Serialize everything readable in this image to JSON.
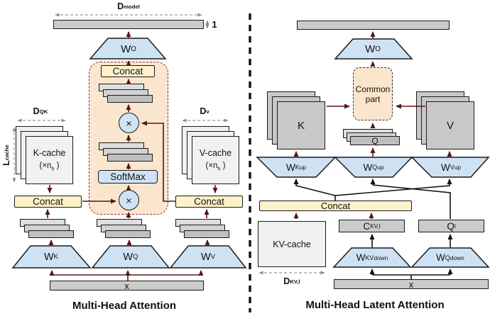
{
  "colors": {
    "accent_blue": "#cfe3f5",
    "accent_yellow": "#fdf2c9",
    "accent_orange": "#fae6cf",
    "arrow_maroon": "#5a1616",
    "line_black": "#1a1a1a",
    "bar_gray": "#cbcbcb",
    "cache_light": "#f1f1f1"
  },
  "left": {
    "caption": "Multi-Head Attention",
    "dim_model": {
      "base": "D",
      "sub": "model"
    },
    "dim_one": "1",
    "w_o": {
      "base": "W",
      "sup": "O"
    },
    "concat_inner": "Concat",
    "softmax": "SoftMax",
    "times_top": "×",
    "times_bottom": "×",
    "dim_qk": {
      "base": "D",
      "sub": "QK"
    },
    "dim_v": {
      "base": "D",
      "sub": "v"
    },
    "dim_lcache": {
      "base": "L",
      "sub": "cache"
    },
    "k_cache": {
      "title": "K-cache",
      "heads_pre": "(×n",
      "heads_sub": "h",
      "heads_post": " )"
    },
    "v_cache": {
      "title": "V-cache",
      "heads_pre": "(×n",
      "heads_sub": "h",
      "heads_post": " )"
    },
    "concat_k": "Concat",
    "concat_v": "Concat",
    "w_k": {
      "base": "W",
      "sup": "K"
    },
    "w_q": {
      "base": "W",
      "sup": "Q"
    },
    "w_v": {
      "base": "W",
      "sup": "V"
    },
    "x_input": "x"
  },
  "right": {
    "caption": "Multi-Head Latent Attention",
    "w_o": {
      "base": "W",
      "sup": "O"
    },
    "common_part": {
      "line1": "Common",
      "line2": "part"
    },
    "k_label": "K",
    "v_label": "V",
    "q_label": "Q",
    "w_k_up": {
      "base": "W",
      "sup": "K",
      "sub": "up"
    },
    "w_q_up": {
      "base": "W",
      "sup": "Q",
      "sub": "up"
    },
    "w_v_up": {
      "base": "W",
      "sup": "V",
      "sub": "up"
    },
    "concat": "Concat",
    "kv_cache": "KV-cache",
    "dim_kv": {
      "base": "D",
      "sub": "KV,l"
    },
    "c_kv": {
      "base": "C",
      "sub": "KV,l"
    },
    "q_l": {
      "base": "Q",
      "sub": "l"
    },
    "w_kv_down": {
      "base": "W",
      "sup": "KV",
      "sub": "down"
    },
    "w_q_down": {
      "base": "W",
      "sup": "Q",
      "sub": "down"
    },
    "x_input": "x"
  }
}
